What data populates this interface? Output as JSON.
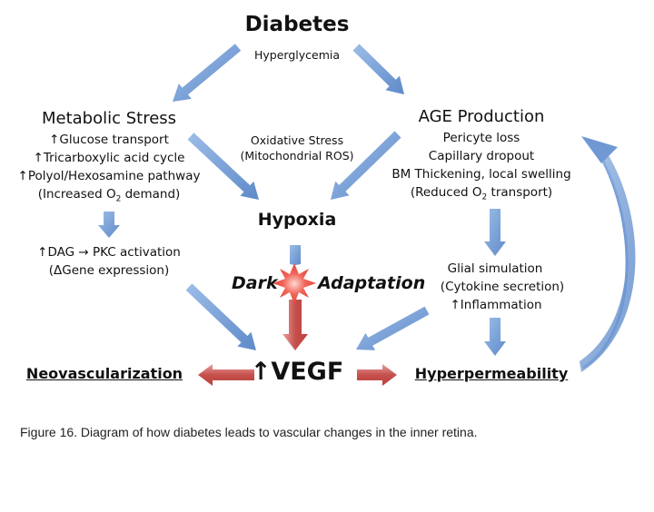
{
  "diagram": {
    "title": "Diabetes",
    "title_sub": "Hyperglycemia",
    "metabolic": {
      "heading": "Metabolic Stress",
      "lines": [
        "↑Glucose transport",
        "↑Tricarboxylic acid cycle",
        "↑Polyol/Hexosamine pathway"
      ],
      "o2_pre": "(Increased O",
      "o2_sub": "2",
      "o2_post": " demand)"
    },
    "oxidative": {
      "lines": [
        "Oxidative Stress",
        "(Mitochondrial ROS)"
      ]
    },
    "age": {
      "heading": "AGE Production",
      "lines": [
        "Pericyte loss",
        "Capillary dropout",
        "BM Thickening, local swelling"
      ],
      "o2_pre": "(Reduced O",
      "o2_sub": "2",
      "o2_post": " transport)"
    },
    "hypoxia": "Hypoxia",
    "dag": {
      "lines": [
        "↑DAG → PKC activation",
        "(ΔGene expression)"
      ]
    },
    "dark": {
      "left": "Dark",
      "right": "Adaptation"
    },
    "glial": {
      "lines": [
        "Glial simulation",
        "(Cytokine secretion)",
        "↑Inflammation"
      ]
    },
    "vegf": "↑VEGF",
    "neovascularization": "Neovascularization",
    "hyperpermeability": "Hyperpermeability"
  },
  "caption": "Figure 16.  Diagram of how diabetes leads to vascular changes in the inner retina.",
  "colors": {
    "blue_arrow": "#7FA8DE",
    "blue_arrow_dark": "#5E8AC9",
    "red_arrow": "#C6504C",
    "starburst": "#E8453A"
  }
}
